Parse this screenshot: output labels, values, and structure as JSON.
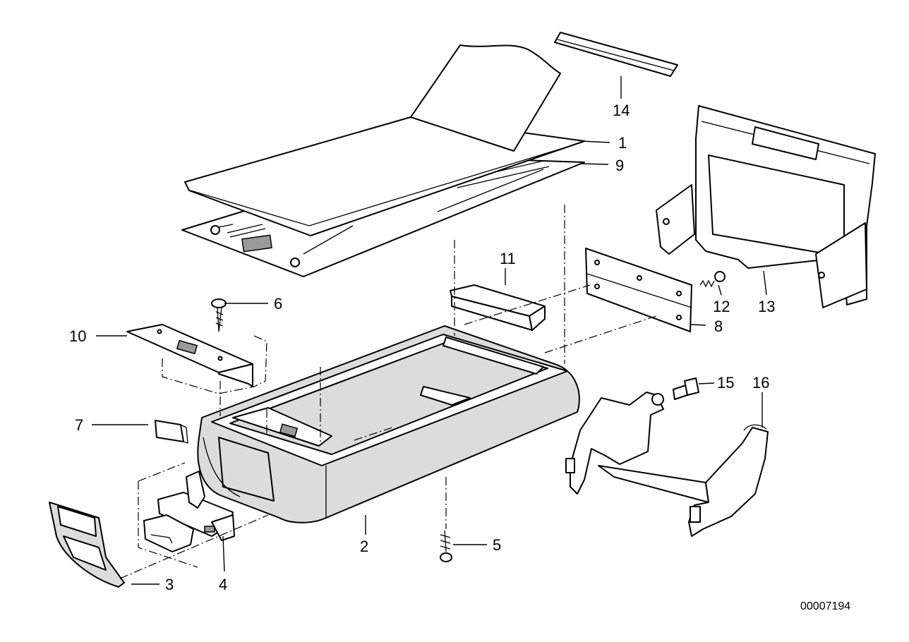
{
  "diagram": {
    "reference_number": "00007194",
    "callouts": [
      {
        "id": "c1",
        "label": "1"
      },
      {
        "id": "c2",
        "label": "2"
      },
      {
        "id": "c3",
        "label": "3"
      },
      {
        "id": "c4",
        "label": "4"
      },
      {
        "id": "c5",
        "label": "5"
      },
      {
        "id": "c6",
        "label": "6"
      },
      {
        "id": "c7",
        "label": "7"
      },
      {
        "id": "c8",
        "label": "8"
      },
      {
        "id": "c9",
        "label": "9"
      },
      {
        "id": "c10",
        "label": "10"
      },
      {
        "id": "c11",
        "label": "11"
      },
      {
        "id": "c12",
        "label": "12"
      },
      {
        "id": "c13",
        "label": "13"
      },
      {
        "id": "c14",
        "label": "14"
      },
      {
        "id": "c15",
        "label": "15"
      },
      {
        "id": "c16",
        "label": "16"
      }
    ]
  }
}
